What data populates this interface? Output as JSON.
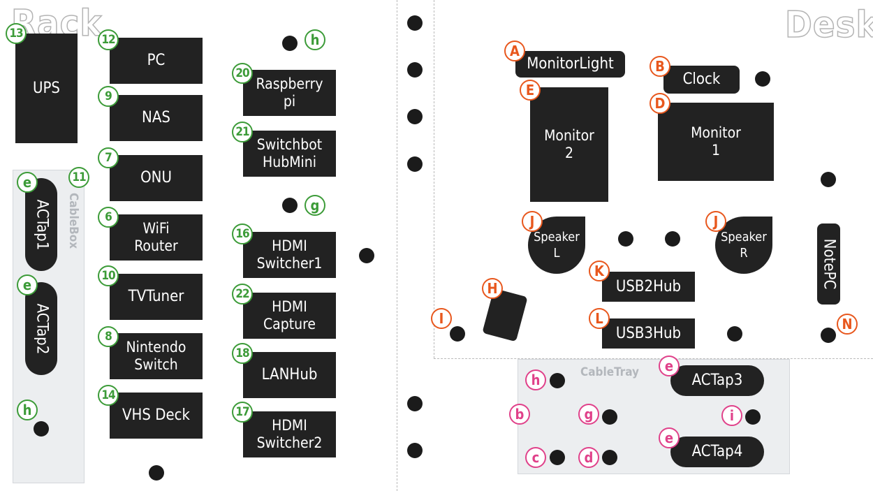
{
  "areas": {
    "rack_title": "Rack",
    "desk_title": "Desk"
  },
  "zones": {
    "cablebox": "CableBox",
    "cabletray": "CableTray"
  },
  "colors": {
    "green": "#3c9b38",
    "orange": "#e8571d",
    "pink": "#e0418a",
    "device": "#222222",
    "zone": "#eceef0"
  },
  "rack": {
    "ups": "UPS",
    "pc": "PC",
    "nas": "NAS",
    "onu": "ONU",
    "wifi_router": "WiFi\nRouter",
    "tvtuner": "TVTuner",
    "nintendo_switch": "Nintendo\nSwitch",
    "vhs_deck": "VHS Deck",
    "raspberry_pi": "Raspberry\npi",
    "switchbot_hubmini": "Switchbot\nHubMini",
    "hdmi_switcher1": "HDMI\nSwitcher1",
    "hdmi_capture": "HDMI\nCapture",
    "lanhub": "LANHub",
    "hdmi_switcher2": "HDMI\nSwitcher2",
    "actap1": "ACTap1",
    "actap2": "ACTap2",
    "badges": {
      "ups": "13",
      "pc": "12",
      "nas": "9",
      "onu": "7",
      "wifi_router": "6",
      "tvtuner": "10",
      "nintendo_switch": "8",
      "vhs_deck": "14",
      "cablebox": "11",
      "raspberry_pi": "20",
      "switchbot_hubmini": "21",
      "hdmi_switcher1": "16",
      "hdmi_capture": "22",
      "lanhub": "18",
      "hdmi_switcher2": "17",
      "actap1": "e",
      "actap2": "e",
      "outlet_h_top": "h",
      "outlet_g": "g",
      "outlet_h_bottom": "h"
    }
  },
  "desk": {
    "monitorlight": "MonitorLight",
    "clock": "Clock",
    "monitor2": "Monitor\n2",
    "monitor1": "Monitor\n1",
    "speaker_l": "Speaker\nL",
    "speaker_r": "Speaker\nR",
    "notepc": "NotePC",
    "usb2hub": "USB2Hub",
    "usb3hub": "USB3Hub",
    "badges": {
      "monitorlight": "A",
      "clock": "B",
      "monitor1": "D",
      "monitor2": "E",
      "speaker_l": "J",
      "speaker_r": "J",
      "usb2hub": "K",
      "usb3hub": "L",
      "device_h": "H",
      "outlet_i": "I",
      "outlet_n": "N"
    }
  },
  "tray": {
    "actap3": "ACTap3",
    "actap4": "ACTap4",
    "badges": {
      "actap3": "e",
      "actap4": "e",
      "h": "h",
      "b": "b",
      "g": "g",
      "i": "i",
      "c": "c",
      "d": "d"
    }
  }
}
